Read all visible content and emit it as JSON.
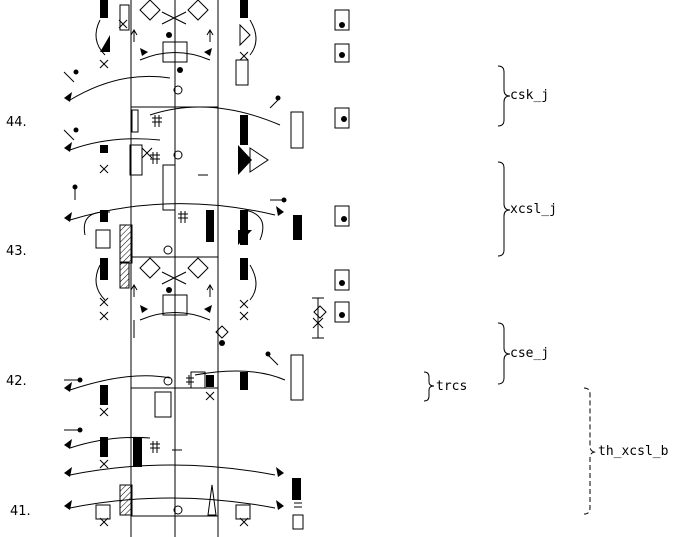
{
  "colors": {
    "ink": "#000000",
    "paper": "#ffffff"
  },
  "measure_numbers": {
    "m44": "44.",
    "m43": "43.",
    "m42": "42.",
    "m41": "41."
  },
  "phrase_labels": {
    "csk": "csk_j",
    "xcsl": "xcsl_j",
    "cse": "cse_j",
    "trcs": "trcs",
    "th_xcsl": "th_xcsl_b"
  },
  "icons": {
    "staff_lines": "staff-line",
    "bracket_solid": "brace-icon",
    "bracket_dashed": "dashed-brace-icon",
    "direction_symbol": "movement-symbol-icon"
  }
}
